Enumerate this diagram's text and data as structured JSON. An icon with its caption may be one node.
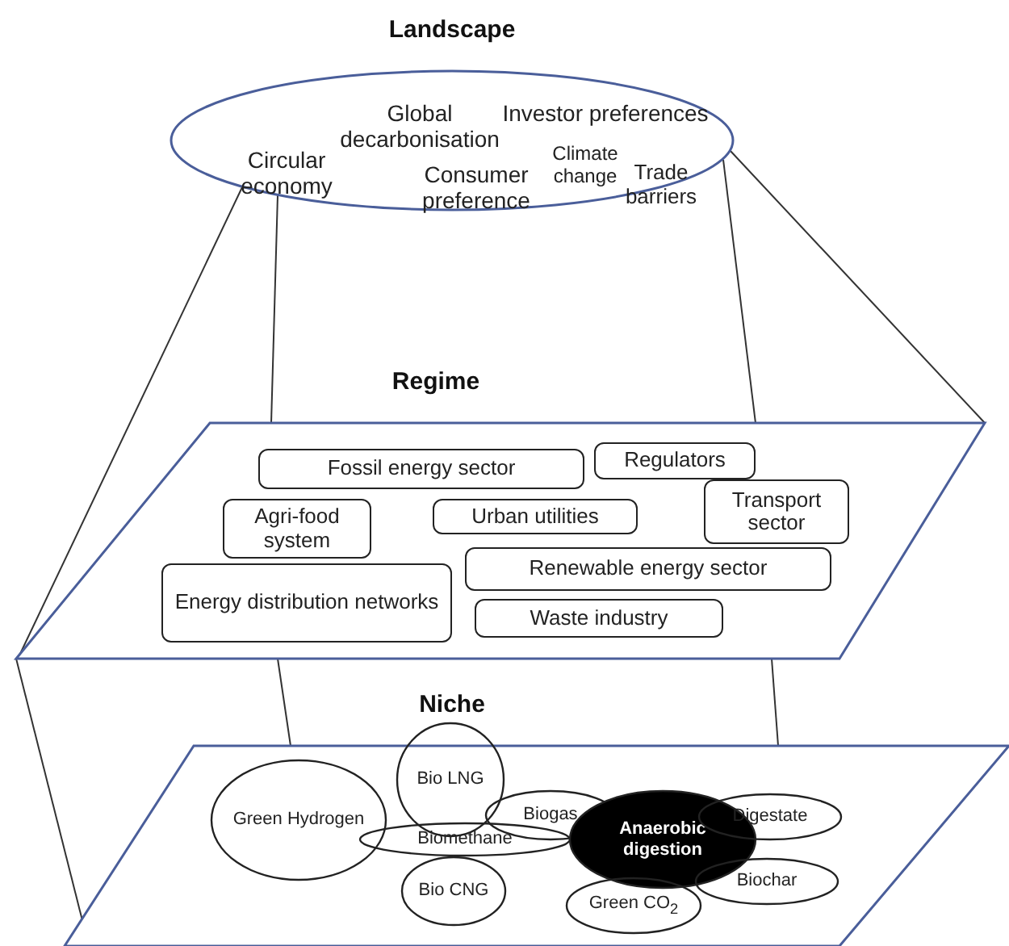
{
  "diagram": {
    "nodes": [
      {
        "text": [
          "Landscape",
          "Global decarbonisation",
          "Investor preferences",
          "Circular economy",
          "Consumer preference",
          "Climate change",
          "Trade barriers"
        ]
      },
      {
        "text": [
          "Regime"
        ]
      },
      {
        "text": [
          "Fossil energy sector"
        ],
        "in": 1
      },
      {
        "text": [
          "Regulators"
        ],
        "in": 1
      },
      {
        "text": [
          "Agri-food system"
        ],
        "in": 1
      },
      {
        "text": [
          "Urban utilities"
        ],
        "in": 1
      },
      {
        "text": [
          "Transport sector"
        ],
        "in": 1
      },
      {
        "text": [
          "Renewable energy sector"
        ],
        "in": 1
      },
      {
        "text": [
          "Energy distribution networks"
        ],
        "in": 1
      },
      {
        "text": [
          "Waste industry"
        ],
        "in": 1
      },
      {
        "text": [
          "Niche"
        ]
      },
      {
        "text": [
          "Green Hydrogen"
        ],
        "in": 10
      },
      {
        "text": [
          "Bio LNG"
        ],
        "in": 10
      },
      {
        "text": [
          "Biogas"
        ],
        "in": 10
      },
      {
        "text": [
          "Biomethane"
        ],
        "in": 10
      },
      {
        "text": [
          "Anaerobic digestion"
        ],
        "in": 10
      },
      {
        "text": [
          "Digestate"
        ],
        "in": 10
      },
      {
        "text": [
          "Bio CNG"
        ],
        "in": 10
      },
      {
        "text": [
          "Biochar"
        ],
        "in": 10
      },
      {
        "text": [
          "Green CO$_{2}$"
        ],
        "in": 10
      }
    ],
    "edges": [
      {
        "from": 0,
        "to": 1,
        "arrow": "none"
      },
      {
        "from": 0,
        "to": 1,
        "arrow": "none"
      },
      {
        "from": 0,
        "to": 1,
        "arrow": "none"
      },
      {
        "from": 0,
        "to": 1,
        "arrow": "none"
      },
      {
        "from": 1,
        "to": 10,
        "arrow": "none"
      },
      {
        "from": 1,
        "to": 10,
        "arrow": "none"
      },
      {
        "from": 1,
        "to": 10,
        "arrow": "none"
      }
    ]
  }
}
